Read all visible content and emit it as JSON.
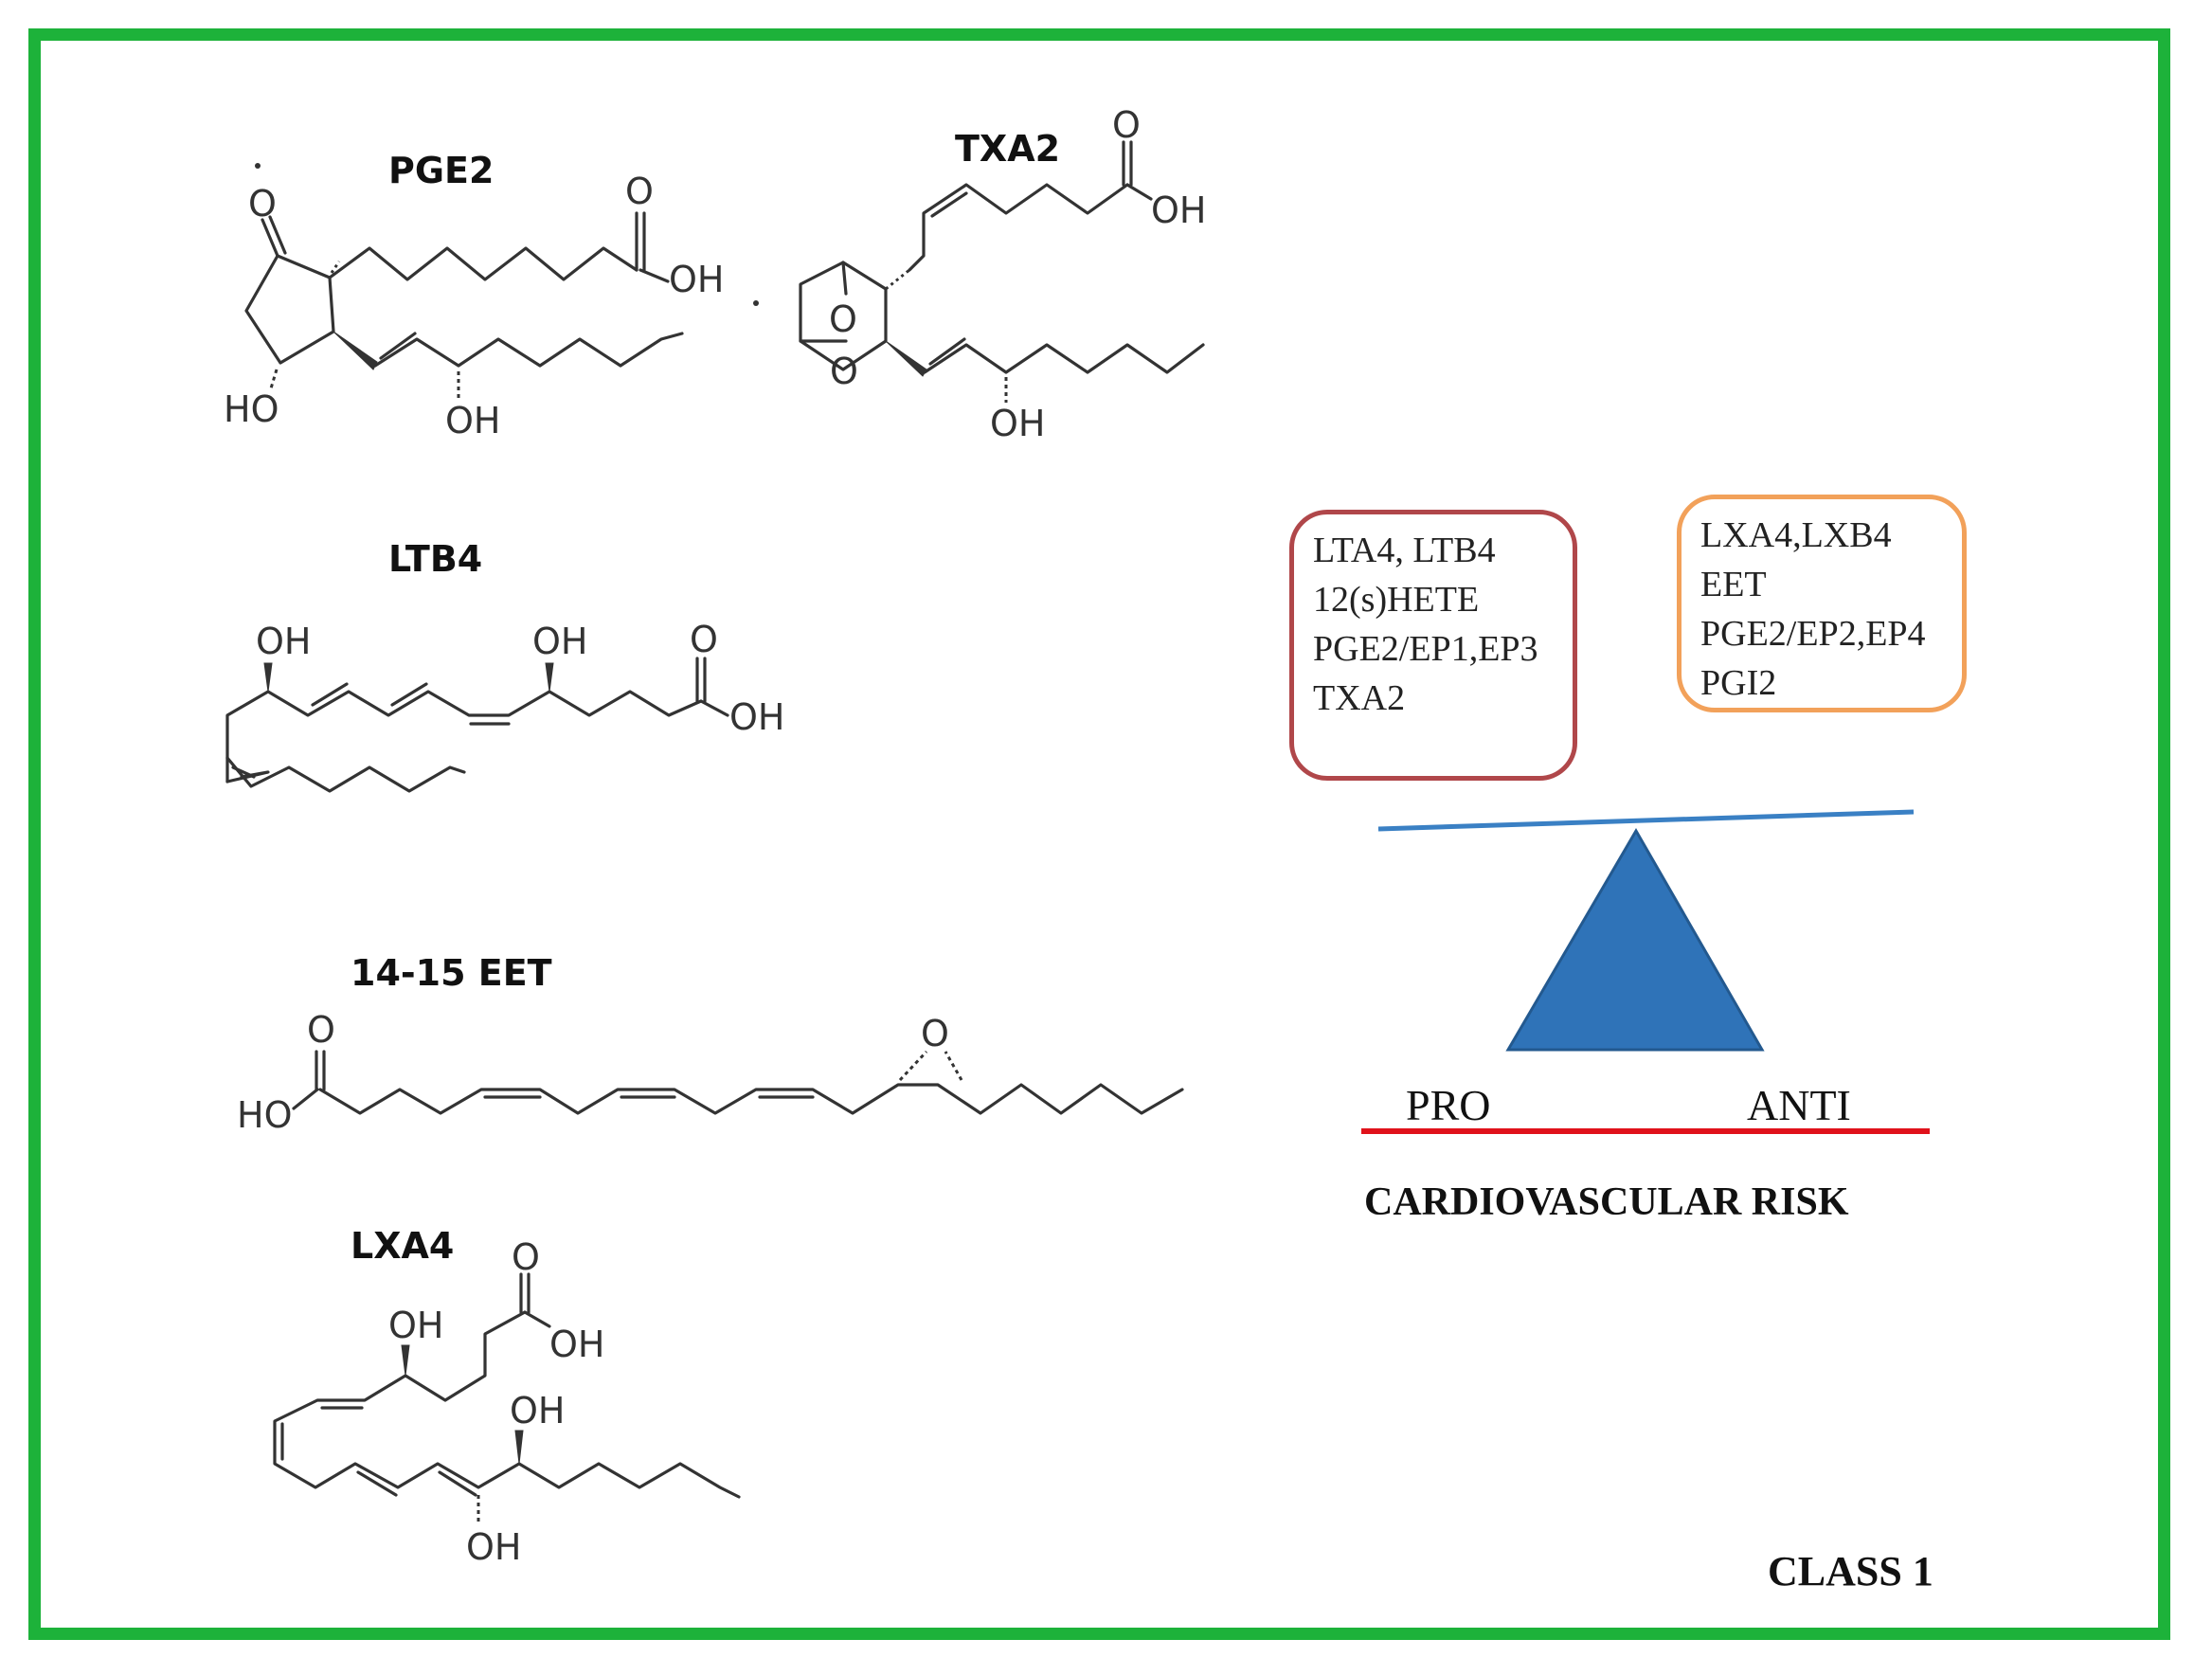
{
  "molecules": {
    "pge2": {
      "name": "PGE2",
      "atoms": {
        "keto": "O",
        "acid_o": "O",
        "acid_oh": "OH",
        "ring_oh": "HO",
        "chain_oh": "OH"
      }
    },
    "txa2": {
      "name": "TXA2",
      "atoms": {
        "acid_o": "O",
        "acid_oh": "OH",
        "bridge_o": "O",
        "ring_o": "O",
        "chain_oh": "OH"
      }
    },
    "ltb4": {
      "name": "LTB4",
      "atoms": {
        "oh1": "OH",
        "oh2": "OH",
        "acid_o": "O",
        "acid_oh": "OH"
      }
    },
    "eet": {
      "name": "14-15 EET",
      "atoms": {
        "acid_ho": "HO",
        "acid_o": "O",
        "epoxide_o": "O"
      }
    },
    "lxa4": {
      "name": "LXA4",
      "atoms": {
        "acid_o": "O",
        "acid_oh": "OH",
        "oh1": "OH",
        "oh2": "OH",
        "oh3": "OH"
      }
    }
  },
  "pro_box": {
    "lines": [
      "LTA4, LTB4",
      "12(s)HETE",
      "PGE2/EP1,EP3",
      "TXA2"
    ],
    "border_color": "#b0474a"
  },
  "anti_box": {
    "lines": [
      "LXA4,LXB4",
      "EET",
      "PGE2/EP2,EP4",
      "PGI2"
    ],
    "border_color": "#f2a15a"
  },
  "scale": {
    "pro_label": "PRO",
    "anti_label": "ANTI",
    "axis_label": "CARDIOVASCULAR RISK",
    "fulcrum_color": "#2f73b8",
    "beam_color": "#3a80c4",
    "axis_color": "#e0121b"
  },
  "footer": {
    "class_label": "CLASS 1"
  },
  "frame_color": "#1db23a"
}
